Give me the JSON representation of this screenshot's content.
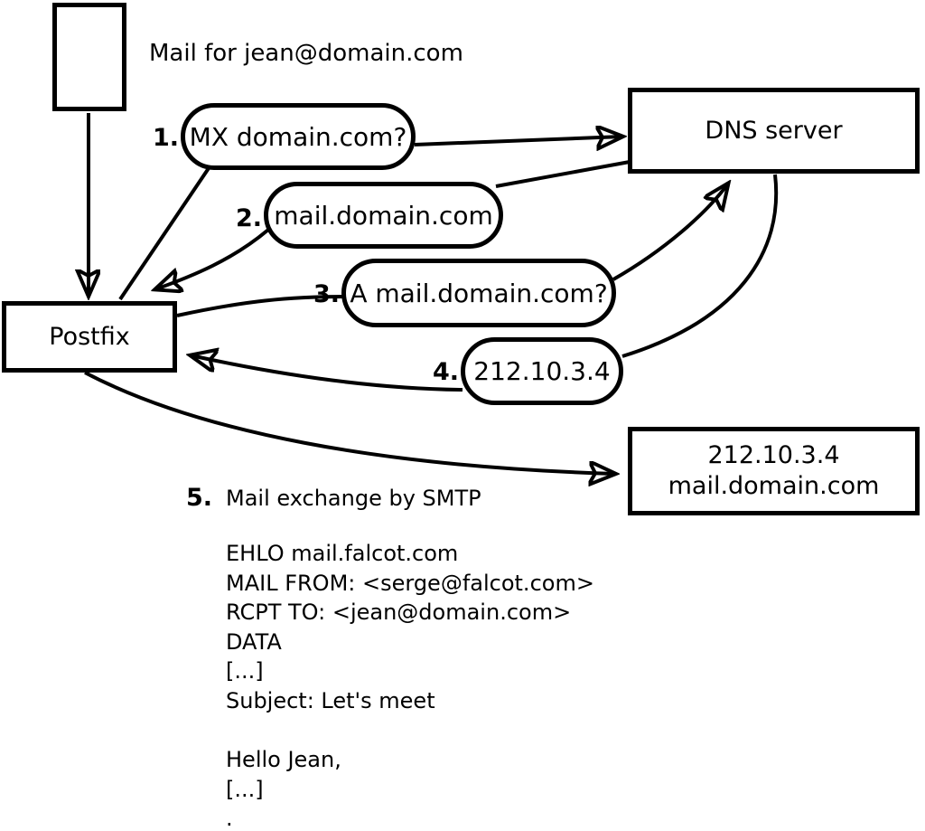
{
  "diagram": {
    "note": "Mail for jean@domain.com",
    "nodes": {
      "postfix": {
        "label": "Postfix"
      },
      "dns": {
        "label": "DNS server"
      },
      "mailserver": {
        "line1": "212.10.3.4",
        "line2": "mail.domain.com"
      }
    },
    "steps": [
      {
        "num": "1.",
        "label": "MX domain.com?"
      },
      {
        "num": "2.",
        "label": "mail.domain.com"
      },
      {
        "num": "3.",
        "label": "A mail.domain.com?"
      },
      {
        "num": "4.",
        "label": "212.10.3.4"
      },
      {
        "num": "5.",
        "label": "Mail exchange by SMTP"
      }
    ],
    "smtp_session": {
      "lines": [
        "EHLO mail.falcot.com",
        "MAIL FROM: <serge@falcot.com>",
        "RCPT TO: <jean@domain.com>",
        "DATA",
        "[...]",
        "Subject: Let's meet",
        "",
        "Hello Jean,",
        "[...]",
        "."
      ]
    },
    "colors": {
      "line": "#000000",
      "background": "#ffffff"
    }
  }
}
